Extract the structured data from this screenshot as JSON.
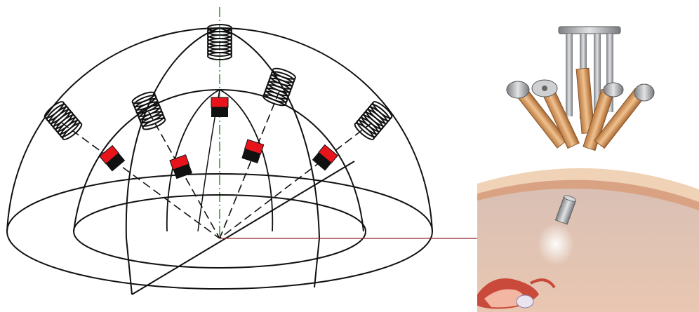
{
  "figure": {
    "left_panel": {
      "coils": 5,
      "markers": 5
    },
    "right_panel": {
      "top_illustration": "focusing-rod-assembly",
      "bottom_illustration": "tissue-cross-section-with-cylinder"
    },
    "colors": {
      "line": "#111111",
      "axis_green": "#2f8f3a",
      "marker_red": "#e8141c",
      "marker_black": "#111111",
      "beam_line": "#8a2a2a",
      "rod_copper": "#d9a36b",
      "rod_steel": "#a9aaad",
      "skin_outer": "#f3c9a6",
      "tissue_fill": "#e8c8b6"
    }
  }
}
